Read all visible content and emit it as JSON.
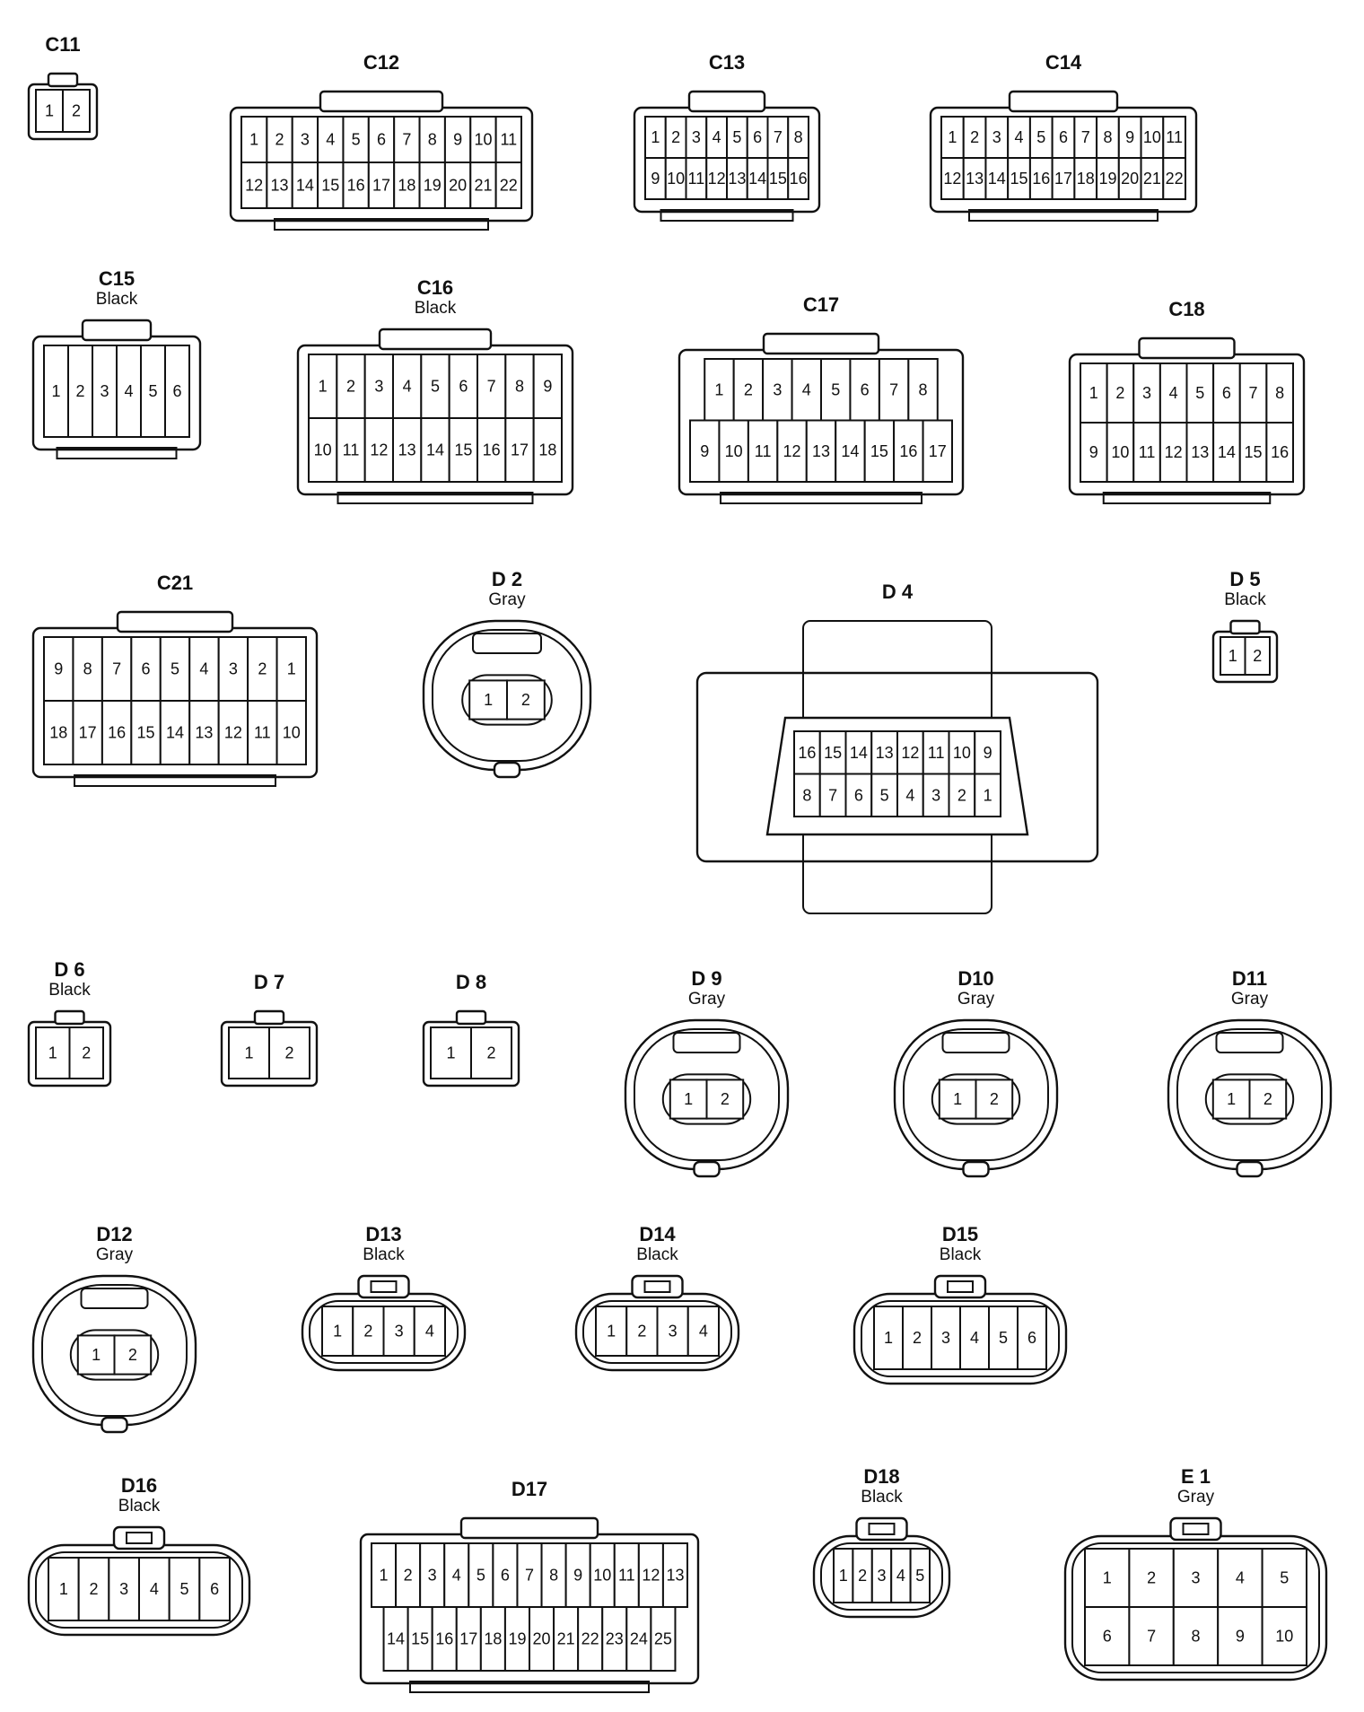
{
  "connectors": [
    {
      "id": "C11",
      "color": "",
      "rows": [
        [
          1,
          2
        ]
      ],
      "shape": "tiny"
    },
    {
      "id": "C12",
      "color": "",
      "rows": [
        [
          1,
          2,
          3,
          4,
          5,
          6,
          7,
          8,
          9,
          10,
          11
        ],
        [
          12,
          13,
          14,
          15,
          16,
          17,
          18,
          19,
          20,
          21,
          22
        ]
      ],
      "shape": "rect"
    },
    {
      "id": "C13",
      "color": "",
      "rows": [
        [
          1,
          2,
          3,
          4,
          5,
          6,
          7,
          8
        ],
        [
          9,
          10,
          11,
          12,
          13,
          14,
          15,
          16
        ]
      ],
      "shape": "rect"
    },
    {
      "id": "C14",
      "color": "",
      "rows": [
        [
          1,
          2,
          3,
          4,
          5,
          6,
          7,
          8,
          9,
          10,
          11
        ],
        [
          12,
          13,
          14,
          15,
          16,
          17,
          18,
          19,
          20,
          21,
          22
        ]
      ],
      "shape": "rect"
    },
    {
      "id": "C15",
      "color": "Black",
      "rows": [
        [
          1,
          2,
          3,
          4,
          5,
          6
        ]
      ],
      "shape": "rect"
    },
    {
      "id": "C16",
      "color": "Black",
      "rows": [
        [
          1,
          2,
          3,
          4,
          5,
          6,
          7,
          8,
          9
        ],
        [
          10,
          11,
          12,
          13,
          14,
          15,
          16,
          17,
          18
        ]
      ],
      "shape": "rect"
    },
    {
      "id": "C17",
      "color": "",
      "rows": [
        [
          1,
          2,
          3,
          4,
          5,
          6,
          7,
          8
        ],
        [
          9,
          10,
          11,
          12,
          13,
          14,
          15,
          16,
          17
        ]
      ],
      "shape": "rect"
    },
    {
      "id": "C18",
      "color": "",
      "rows": [
        [
          1,
          2,
          3,
          4,
          5,
          6,
          7,
          8
        ],
        [
          9,
          10,
          11,
          12,
          13,
          14,
          15,
          16
        ]
      ],
      "shape": "rect"
    },
    {
      "id": "C21",
      "color": "",
      "rows": [
        [
          9,
          8,
          7,
          6,
          5,
          4,
          3,
          2,
          1
        ],
        [
          18,
          17,
          16,
          15,
          14,
          13,
          12,
          11,
          10
        ]
      ],
      "shape": "rect"
    },
    {
      "id": "D 2",
      "color": "Gray",
      "rows": [
        [
          1,
          2
        ]
      ],
      "shape": "round"
    },
    {
      "id": "D 4",
      "color": "",
      "rows": [
        [
          16,
          15,
          14,
          13,
          12,
          11,
          10,
          9
        ],
        [
          8,
          7,
          6,
          5,
          4,
          3,
          2,
          1
        ]
      ],
      "shape": "obd"
    },
    {
      "id": "D 5",
      "color": "Black",
      "rows": [
        [
          1,
          2
        ]
      ],
      "shape": "tiny"
    },
    {
      "id": "D 6",
      "color": "Black",
      "rows": [
        [
          1,
          2
        ]
      ],
      "shape": "tiny"
    },
    {
      "id": "D 7",
      "color": "",
      "rows": [
        [
          1,
          2
        ]
      ],
      "shape": "tiny"
    },
    {
      "id": "D 8",
      "color": "",
      "rows": [
        [
          1,
          2
        ]
      ],
      "shape": "tiny"
    },
    {
      "id": "D 9",
      "color": "Gray",
      "rows": [
        [
          1,
          2
        ]
      ],
      "shape": "round"
    },
    {
      "id": "D10",
      "color": "Gray",
      "rows": [
        [
          1,
          2
        ]
      ],
      "shape": "round"
    },
    {
      "id": "D11",
      "color": "Gray",
      "rows": [
        [
          1,
          2
        ]
      ],
      "shape": "round"
    },
    {
      "id": "D12",
      "color": "Gray",
      "rows": [
        [
          1,
          2
        ]
      ],
      "shape": "round"
    },
    {
      "id": "D13",
      "color": "Black",
      "rows": [
        [
          1,
          2,
          3,
          4
        ]
      ],
      "shape": "oval"
    },
    {
      "id": "D14",
      "color": "Black",
      "rows": [
        [
          1,
          2,
          3,
          4
        ]
      ],
      "shape": "oval"
    },
    {
      "id": "D15",
      "color": "Black",
      "rows": [
        [
          1,
          2,
          3,
          4,
          5,
          6
        ]
      ],
      "shape": "oval"
    },
    {
      "id": "D16",
      "color": "Black",
      "rows": [
        [
          1,
          2,
          3,
          4,
          5,
          6
        ]
      ],
      "shape": "oval"
    },
    {
      "id": "D17",
      "color": "",
      "rows": [
        [
          1,
          2,
          3,
          4,
          5,
          6,
          7,
          8,
          9,
          10,
          11,
          12,
          13
        ],
        [
          14,
          15,
          16,
          17,
          18,
          19,
          20,
          21,
          22,
          23,
          24,
          25
        ]
      ],
      "shape": "rect"
    },
    {
      "id": "D18",
      "color": "Black",
      "rows": [
        [
          1,
          2,
          3,
          4,
          5
        ]
      ],
      "shape": "oval"
    },
    {
      "id": "E 1",
      "color": "Gray",
      "rows": [
        [
          1,
          2,
          3,
          4,
          5
        ],
        [
          6,
          7,
          8,
          9,
          10
        ]
      ],
      "shape": "oval"
    }
  ]
}
